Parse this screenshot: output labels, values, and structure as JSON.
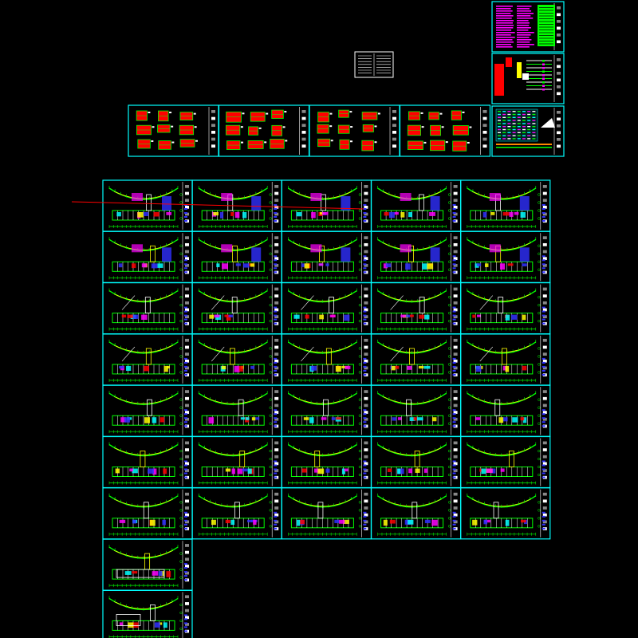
{
  "viewer": {
    "background": "#000000"
  },
  "colors": {
    "frame": "#00ffff",
    "green": "#00ff00",
    "red": "#ff0000",
    "magenta": "#ff00ff",
    "yellow": "#ffff00",
    "blue": "#3030ff",
    "white": "#ffffff",
    "orange": "#ff8800"
  },
  "drawing_set": {
    "plan_sheets_per_row": [
      5,
      5,
      5,
      5,
      5,
      5,
      5,
      1,
      1
    ],
    "detail_sheets": 4,
    "legend_sheets": 3,
    "cover_sheets": 1
  },
  "icons": {
    "cover": "index-table-icon",
    "plan": "floor-plan-icon",
    "detail": "detail-drawing-icon",
    "legend": "legend-icon"
  }
}
